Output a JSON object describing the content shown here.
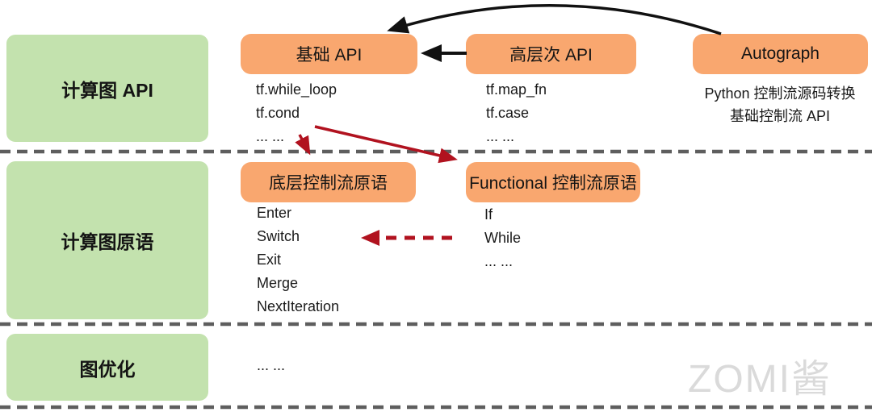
{
  "colors": {
    "green_box": "#C3E2AE",
    "orange_box": "#F9A76F",
    "arrow_black": "#111111",
    "arrow_red": "#B1121F",
    "divider_gray": "#5E5E5E",
    "watermark_gray": "#DADADA"
  },
  "sections": {
    "api": {
      "label": "计算图 API",
      "basic": {
        "title": "基础 API",
        "items": [
          "tf.while_loop",
          "tf.cond",
          "... ..."
        ]
      },
      "highlevel": {
        "title": "高层次 API",
        "items": [
          "tf.map_fn",
          "tf.case",
          "... ..."
        ]
      },
      "autograph": {
        "title": "Autograph",
        "desc_line1": "Python 控制流源码转换",
        "desc_line2": "基础控制流 API"
      }
    },
    "primitives": {
      "label": "计算图原语",
      "lowlevel": {
        "title": "底层控制流原语",
        "items": [
          "Enter",
          "Switch",
          "Exit",
          "Merge",
          "NextIteration"
        ]
      },
      "functional": {
        "title": "Functional 控制流原语",
        "items": [
          "If",
          "While",
          "... ..."
        ]
      }
    },
    "optimization": {
      "label": "图优化",
      "content": "... ..."
    }
  },
  "watermark": "ZOMI酱"
}
